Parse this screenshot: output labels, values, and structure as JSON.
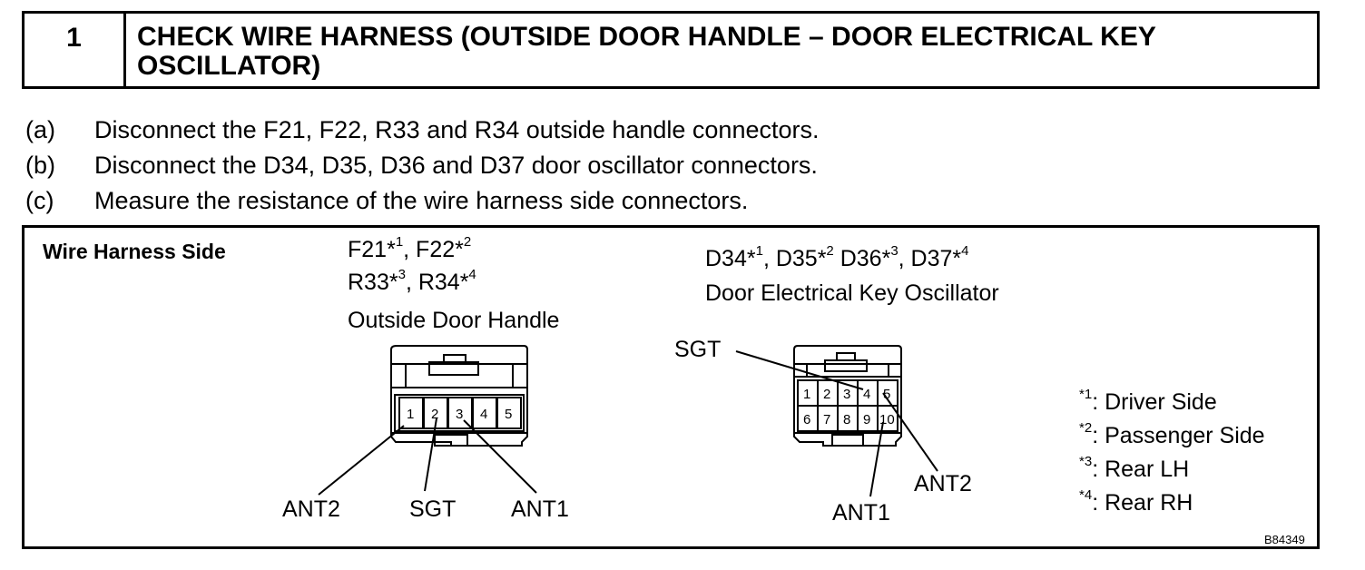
{
  "header": {
    "step_number": "1",
    "title_line1": "CHECK WIRE HARNESS (OUTSIDE DOOR HANDLE – DOOR ELECTRICAL KEY",
    "title_line2": "OSCILLATOR)"
  },
  "instructions": [
    {
      "label": "(a)",
      "text": "Disconnect the F21, F22, R33 and R34 outside handle connectors."
    },
    {
      "label": "(b)",
      "text": "Disconnect the D34, D35, D36 and D37 door oscillator connectors."
    },
    {
      "label": "(c)",
      "text": "Measure the resistance of the wire harness side connectors."
    }
  ],
  "diagram": {
    "side_label": "Wire Harness Side",
    "handle": {
      "c1": "F21*",
      "s1": "1",
      "c2": ", F22*",
      "s2": "2",
      "c3": "R33*",
      "s3": "3",
      "c4": ", R34*",
      "s4": "4",
      "name": "Outside Door Handle",
      "pins": [
        "1",
        "2",
        "3",
        "4",
        "5"
      ],
      "labels": {
        "ant2": "ANT2",
        "sgt": "SGT",
        "ant1": "ANT1"
      }
    },
    "oscillator": {
      "c1": "D34*",
      "s1": "1",
      "c2": ", D35*",
      "s2": "2",
      "c3": " D36*",
      "s3": "3",
      "c4": ", D37*",
      "s4": "4",
      "name": "Door Electrical Key Oscillator",
      "pins_top": [
        "1",
        "2",
        "3",
        "4",
        "5"
      ],
      "pins_bottom": [
        "6",
        "7",
        "8",
        "9",
        "10"
      ],
      "labels": {
        "sgt": "SGT",
        "ant2": "ANT2",
        "ant1": "ANT1"
      }
    },
    "legend": [
      {
        "sup": "*1",
        "text": ": Driver Side"
      },
      {
        "sup": "*2",
        "text": ": Passenger Side"
      },
      {
        "sup": "*3",
        "text": ": Rear LH"
      },
      {
        "sup": "*4",
        "text": ": Rear RH"
      }
    ],
    "figure_id": "B84349"
  }
}
